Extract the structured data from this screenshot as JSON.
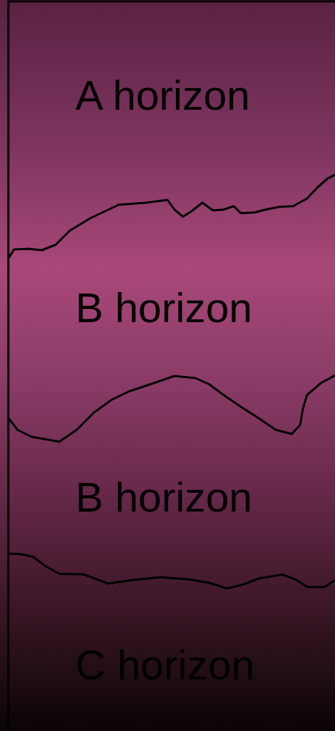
{
  "diagram": {
    "nodes": [
      {
        "text": [
          "A horizon"
        ]
      },
      {
        "text": [
          "B horizon"
        ]
      },
      {
        "text": [
          "B horizon"
        ]
      },
      {
        "text": [
          "C horizon"
        ]
      }
    ]
  }
}
